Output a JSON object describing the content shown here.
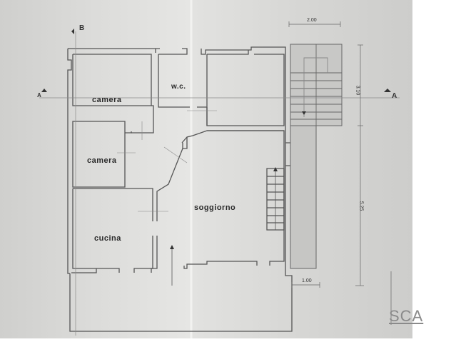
{
  "drawing": {
    "type": "architectural floor plan",
    "background_paper": "#d9d9d7",
    "line_color": "#555555",
    "rooms": [
      {
        "id": "camera-1",
        "label": "camera"
      },
      {
        "id": "wc",
        "label": "w.c."
      },
      {
        "id": "camera-2",
        "label": "camera"
      },
      {
        "id": "cucina",
        "label": "cucina"
      },
      {
        "id": "soggiorno",
        "label": "soggiorno"
      }
    ],
    "section_markers": {
      "a_right": "A",
      "a_left": "A",
      "b_top": "B"
    },
    "dimensions": {
      "stair_width": "2.00",
      "stair_height": "3.10",
      "side_length": "5.25",
      "walkway_width": "1.00"
    },
    "scale_text": "SCA"
  }
}
